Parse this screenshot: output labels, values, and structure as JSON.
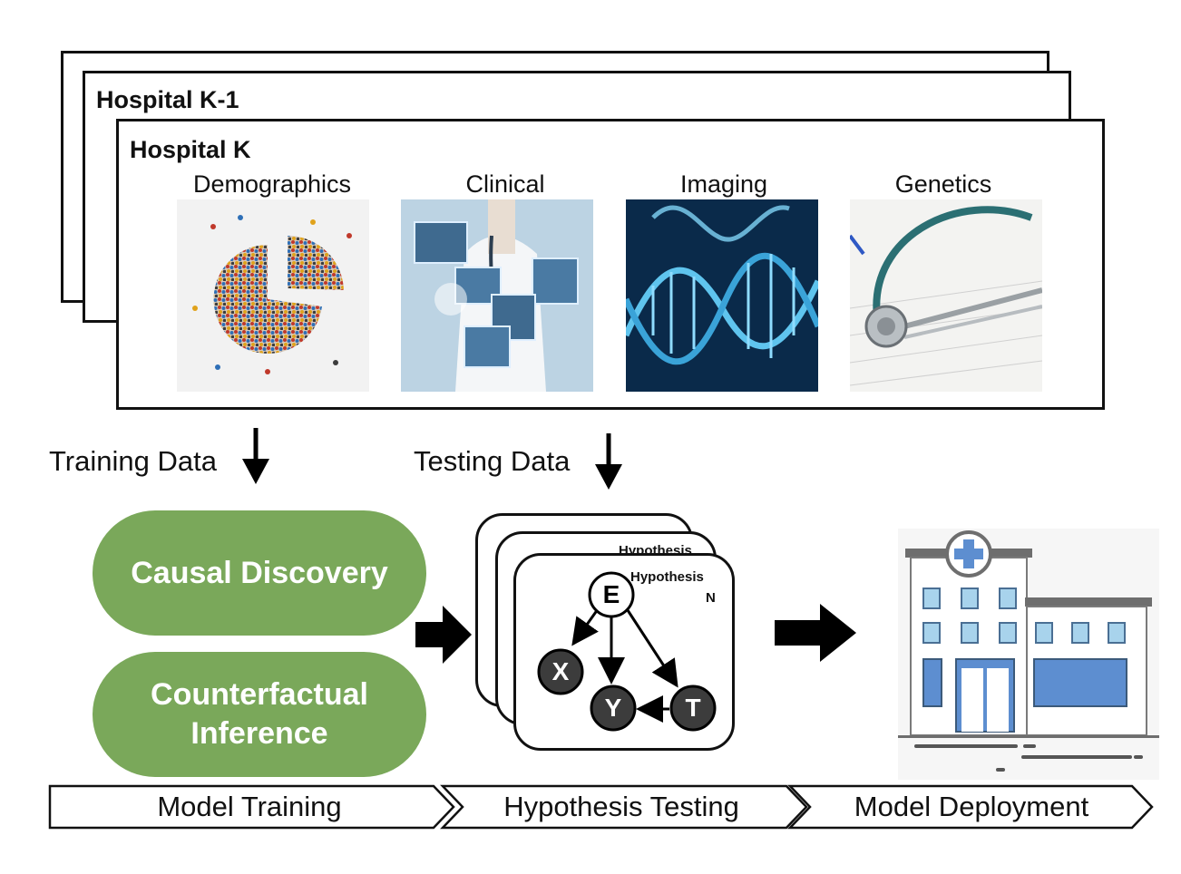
{
  "hospitals": {
    "back_title": "Hospital K-1",
    "front_title": "Hospital K"
  },
  "modalities": [
    {
      "label": "Demographics",
      "icon": "crowd-pie-chart-image"
    },
    {
      "label": "Clinical",
      "icon": "doctor-xray-image"
    },
    {
      "label": "Imaging",
      "icon": "dna-helix-image"
    },
    {
      "label": "Genetics",
      "icon": "stethoscope-image"
    }
  ],
  "flow": {
    "training_label": "Training Data",
    "testing_label": "Testing Data"
  },
  "methods": {
    "causal_discovery": "Causal Discovery",
    "counterfactual_line1": "Counterfactual",
    "counterfactual_line2": "Inference"
  },
  "hypothesis_graph": {
    "back_card_label": "Hypothesis",
    "front_card_label": "Hypothesis",
    "front_card_index": "N",
    "nodes": [
      "E",
      "X",
      "Y",
      "T"
    ],
    "edges": [
      [
        "E",
        "X"
      ],
      [
        "E",
        "Y"
      ],
      [
        "E",
        "T"
      ],
      [
        "T",
        "Y"
      ]
    ]
  },
  "stages": [
    "Model Training",
    "Hypothesis Testing",
    "Model Deployment"
  ],
  "colors": {
    "method_green": "#7aa85a",
    "node_dark": "#3c3c3c",
    "building_blue": "#5d8ed0",
    "window_blue": "#a8d3ec"
  }
}
